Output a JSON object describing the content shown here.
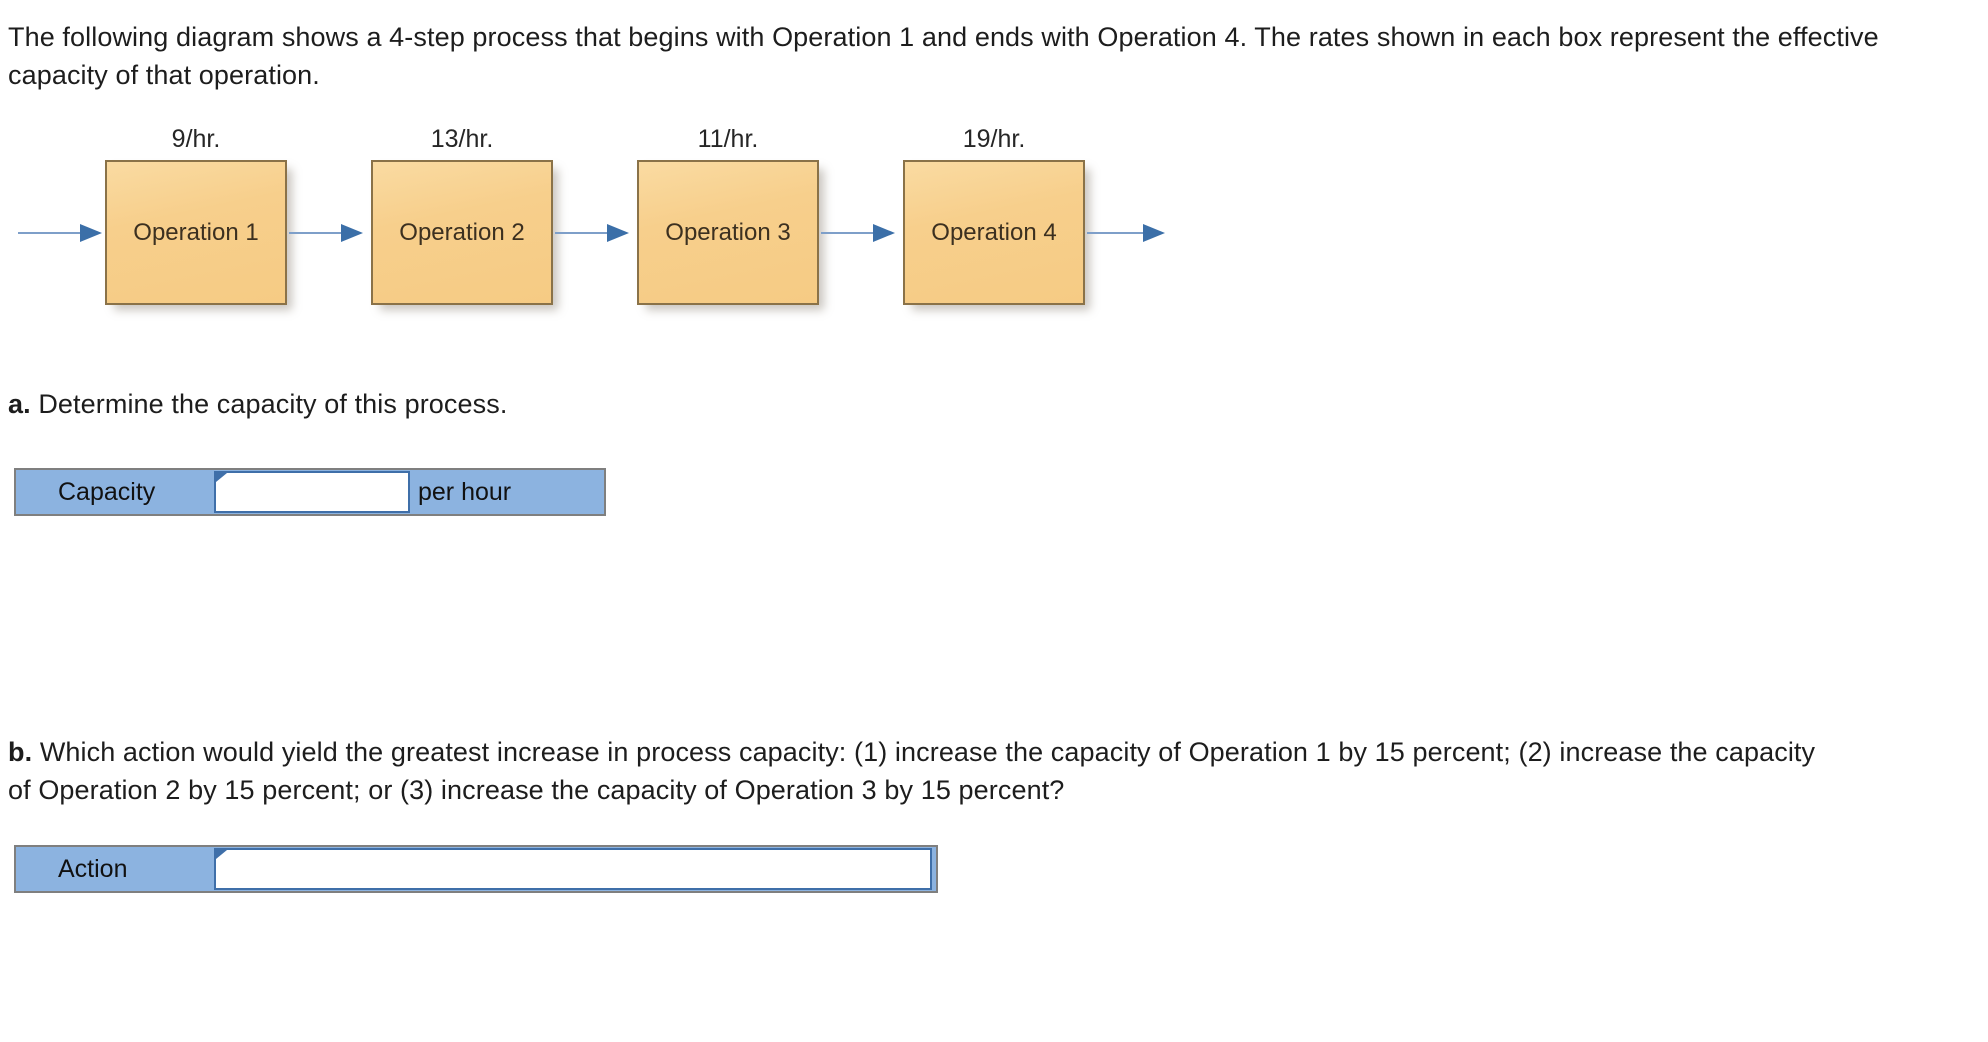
{
  "intro": {
    "text": "The following diagram shows a 4-step process that begins with Operation 1 and ends with Operation 4. The rates shown in each box represent the effective capacity of that operation."
  },
  "diagram": {
    "type": "process-flow",
    "operations": [
      {
        "name": "Operation 1",
        "rate": "9/hr.",
        "rate_value": 9
      },
      {
        "name": "Operation 2",
        "rate": "13/hr.",
        "rate_value": 13
      },
      {
        "name": "Operation 3",
        "rate": "11/hr.",
        "rate_value": 11
      },
      {
        "name": "Operation 4",
        "rate": "19/hr.",
        "rate_value": 19
      }
    ],
    "rate_unit": "per hour",
    "colors": {
      "box_fill": "#f6cb84",
      "box_border": "#8a7248",
      "box_text": "#3c3020",
      "arrow_head": "#3b6fa8",
      "arrow_shaft": "#7e9fc9"
    }
  },
  "parts": {
    "a": {
      "marker": "a.",
      "question": "Determine the capacity of this process.",
      "answer": {
        "label": "Capacity",
        "value": "",
        "placeholder": "",
        "suffix": "per hour"
      }
    },
    "b": {
      "marker": "b.",
      "question": "Which action would yield the greatest increase in process capacity: (1) increase the capacity of Operation 1 by 15 percent; (2) increase the capacity of Operation 2 by 15 percent; or (3) increase the capacity of Operation 3 by 15 percent?",
      "answer": {
        "label": "Action",
        "value": "",
        "placeholder": ""
      }
    }
  },
  "theme": {
    "answer_row_fill": "#8cb3e0",
    "answer_row_border": "#7f7f7f",
    "input_border": "#3f6fa9",
    "text_color": "#1d1d1d"
  }
}
